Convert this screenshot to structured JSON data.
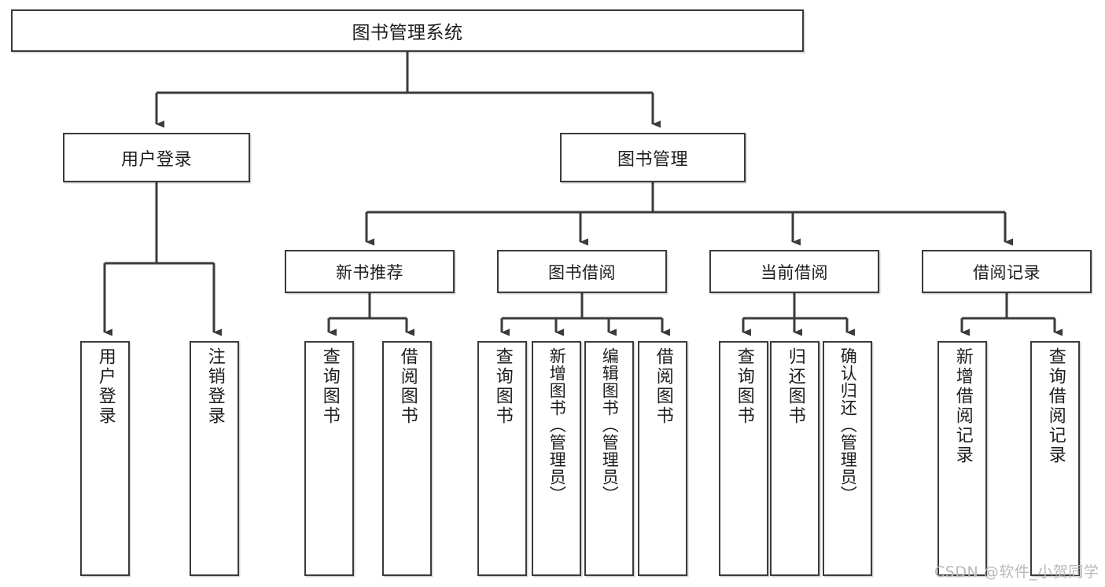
{
  "diagram": {
    "type": "tree-hierarchy-chart",
    "title": "图书管理系统",
    "orientation": "top-down",
    "colors": {
      "box_border": "#3b3b3b",
      "box_fill": "#ffffff",
      "edge": "#3b3b3b",
      "text": "#1d1d1d",
      "watermark": "#b9b9b9"
    },
    "root": {
      "label": "图书管理系统"
    },
    "level2": [
      {
        "id": "user-login",
        "label": "用户登录"
      },
      {
        "id": "book-manage",
        "label": "图书管理"
      }
    ],
    "level3": [
      {
        "id": "new-book-recommend",
        "label": "新书推荐"
      },
      {
        "id": "book-borrow",
        "label": "图书借阅"
      },
      {
        "id": "current-borrow",
        "label": "当前借阅"
      },
      {
        "id": "borrow-record",
        "label": "借阅记录"
      }
    ],
    "leaves": {
      "user_login": [
        {
          "id": "leaf-user-login",
          "label": "用户登录"
        },
        {
          "id": "leaf-logout-login",
          "label": "注销登录"
        }
      ],
      "new_book_recommend": [
        {
          "id": "leaf-query-book-1",
          "label": "查询图书"
        },
        {
          "id": "leaf-borrow-book-1",
          "label": "借阅图书"
        }
      ],
      "book_borrow": [
        {
          "id": "leaf-query-book-2",
          "label": "查询图书"
        },
        {
          "id": "leaf-add-book",
          "label": "新增图书（管理员）"
        },
        {
          "id": "leaf-edit-book",
          "label": "编辑图书（管理员）"
        },
        {
          "id": "leaf-borrow-book-2",
          "label": "借阅图书"
        }
      ],
      "current_borrow": [
        {
          "id": "leaf-query-book-3",
          "label": "查询图书"
        },
        {
          "id": "leaf-return-book",
          "label": "归还图书"
        },
        {
          "id": "leaf-confirm-return",
          "label": "确认归还（管理员）"
        }
      ],
      "borrow_record": [
        {
          "id": "leaf-add-record",
          "label": "新增借阅记录"
        },
        {
          "id": "leaf-query-record",
          "label": "查询借阅记录"
        }
      ]
    }
  },
  "watermark": {
    "text": "CSDN @软件_小贺同学"
  }
}
